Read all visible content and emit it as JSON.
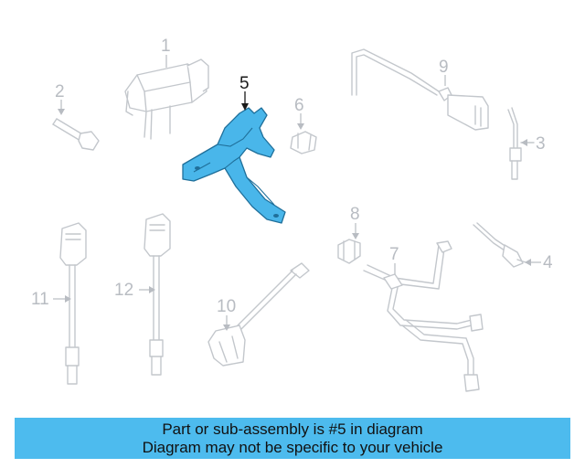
{
  "diagram": {
    "callouts": [
      {
        "id": "1",
        "label": "1"
      },
      {
        "id": "2",
        "label": "2"
      },
      {
        "id": "3",
        "label": "3"
      },
      {
        "id": "4",
        "label": "4"
      },
      {
        "id": "5",
        "label": "5"
      },
      {
        "id": "6",
        "label": "6"
      },
      {
        "id": "7",
        "label": "7"
      },
      {
        "id": "8",
        "label": "8"
      },
      {
        "id": "9",
        "label": "9"
      },
      {
        "id": "10",
        "label": "10"
      },
      {
        "id": "11",
        "label": "11"
      },
      {
        "id": "12",
        "label": "12"
      }
    ],
    "highlighted_part": "5",
    "highlight_color": "#49b6ea",
    "part_color": "#c3c7cc"
  },
  "banner": {
    "line1": "Part or sub-assembly is #5 in diagram",
    "line2": "Diagram may not be specific to your vehicle",
    "background": "#4dbbee"
  }
}
